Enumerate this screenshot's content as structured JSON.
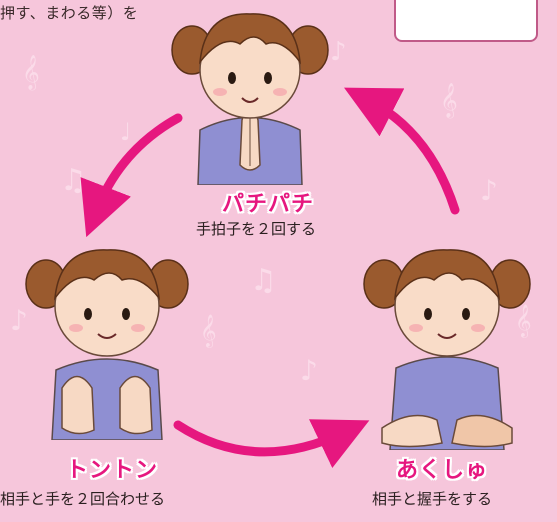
{
  "top_text": "押す、まわる等）を",
  "steps": [
    {
      "title": "パチパチ",
      "caption": "手拍子を２回する"
    },
    {
      "title": "トントン",
      "caption": "相手と手を２回合わせる"
    },
    {
      "title": "あくしゅ",
      "caption": "相手と握手をする"
    }
  ],
  "colors": {
    "background": "#f6c6db",
    "accent": "#e6177f",
    "box_border": "#c05a88"
  }
}
